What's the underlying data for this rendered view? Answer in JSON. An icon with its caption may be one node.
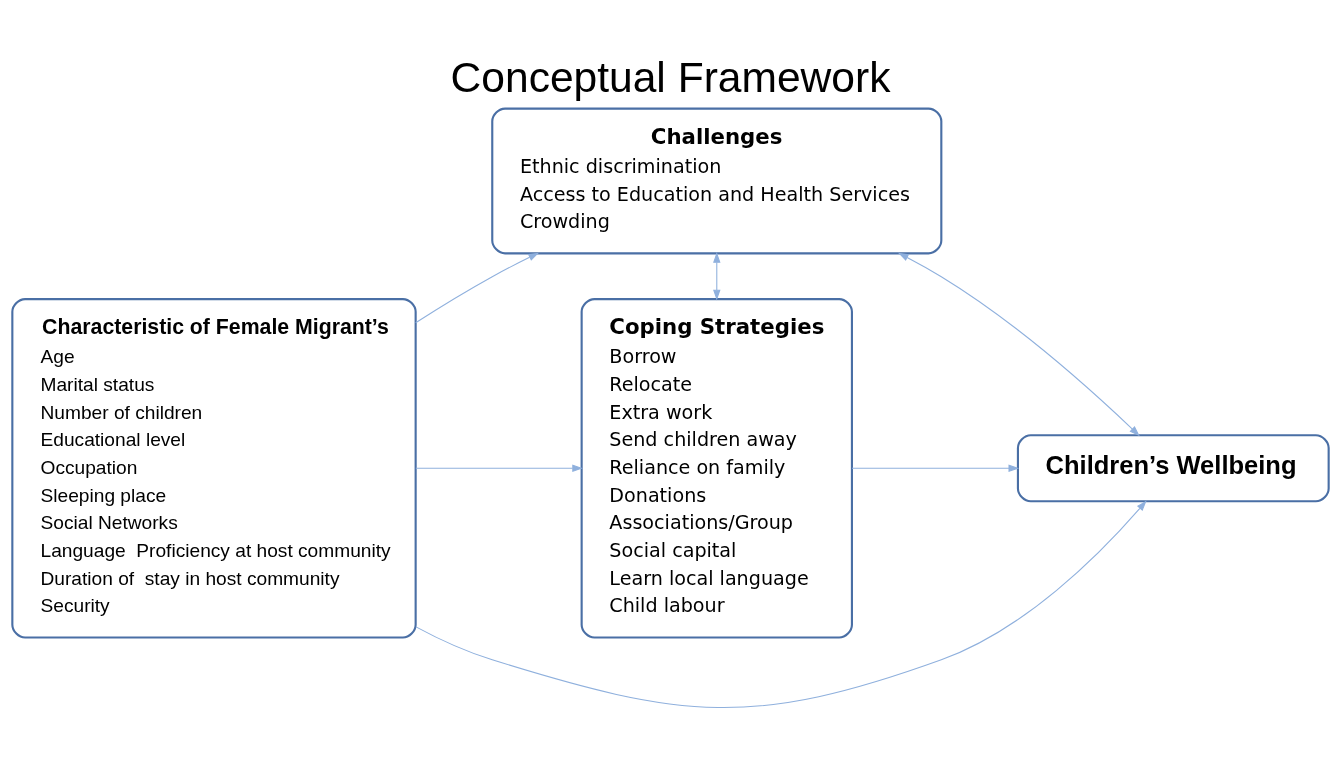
{
  "diagram": {
    "title": "Conceptual Framework",
    "nodes": [
      {
        "text": [
          "Characteristic of Female Migrant’s",
          "Age",
          "Marital status",
          "Number of children",
          "Educational level",
          "Occupation",
          "Sleeping place",
          "Social Networks",
          "Language  Proficiency at host community",
          "Duration of  stay in host community",
          "Security"
        ]
      },
      {
        "text": [
          "Challenges",
          "Ethnic discrimination",
          "Access to Education and Health Services",
          "Crowding"
        ]
      },
      {
        "text": [
          "Coping Strategies",
          "Borrow",
          "Relocate",
          "Extra work",
          "Send children away",
          "Reliance on family",
          "Donations",
          "Associations/Group",
          "Social capital",
          "Learn local language",
          "Child labour"
        ]
      },
      {
        "text": [
          "Children’s Wellbeing"
        ]
      }
    ],
    "edges": [
      {
        "from": 0,
        "to": 1,
        "arrow": "to"
      },
      {
        "from": 0,
        "to": 2,
        "arrow": "to"
      },
      {
        "from": 1,
        "to": 3,
        "arrow": "both"
      },
      {
        "from": 1,
        "to": 2,
        "arrow": "both"
      },
      {
        "from": 2,
        "to": 3,
        "arrow": "to"
      },
      {
        "from": 0,
        "to": 3,
        "arrow": "to"
      }
    ]
  }
}
